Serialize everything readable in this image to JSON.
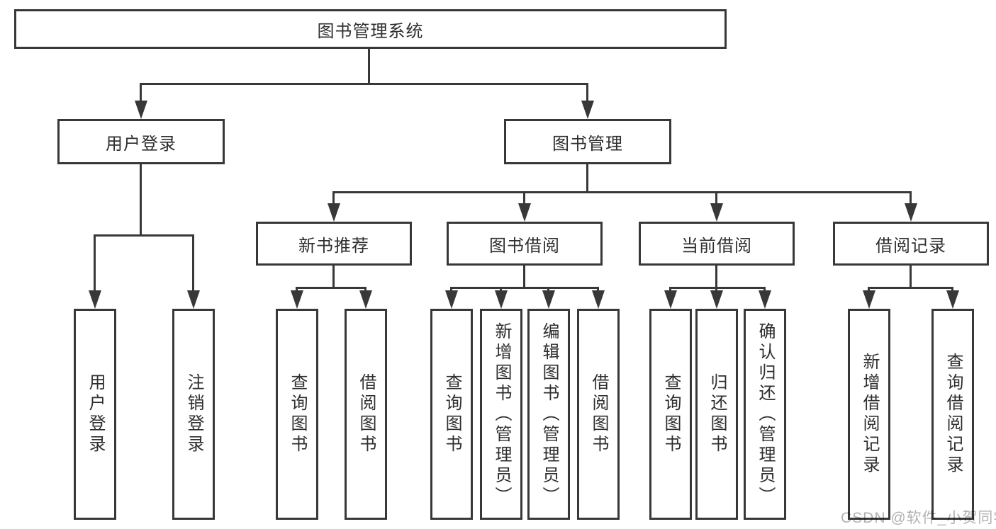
{
  "colors": {
    "line": "#383838",
    "text": "#2e2e2e",
    "watermark": "#b2b2b2",
    "background": "#ffffff"
  },
  "tree": {
    "root": {
      "label": "图书管理系统"
    },
    "login": {
      "label": "用户登录",
      "children": [
        {
          "label": "用户登录"
        },
        {
          "label": "注销登录"
        }
      ]
    },
    "manage": {
      "label": "图书管理"
    },
    "sections": [
      {
        "label": "新书推荐",
        "children": [
          {
            "label": "查询图书"
          },
          {
            "label": "借阅图书"
          }
        ]
      },
      {
        "label": "图书借阅",
        "children": [
          {
            "label": "查询图书"
          },
          {
            "label": "新增图书（管理员）"
          },
          {
            "label": "编辑图书（管理员）"
          },
          {
            "label": "借阅图书"
          }
        ]
      },
      {
        "label": "当前借阅",
        "children": [
          {
            "label": "查询图书"
          },
          {
            "label": "归还图书"
          },
          {
            "label": "确认归还（管理员）"
          }
        ]
      },
      {
        "label": "借阅记录",
        "children": [
          {
            "label": "新增借阅记录"
          },
          {
            "label": "查询借阅记录"
          }
        ]
      }
    ]
  },
  "watermark": "CSDN @软件_小贺同学"
}
